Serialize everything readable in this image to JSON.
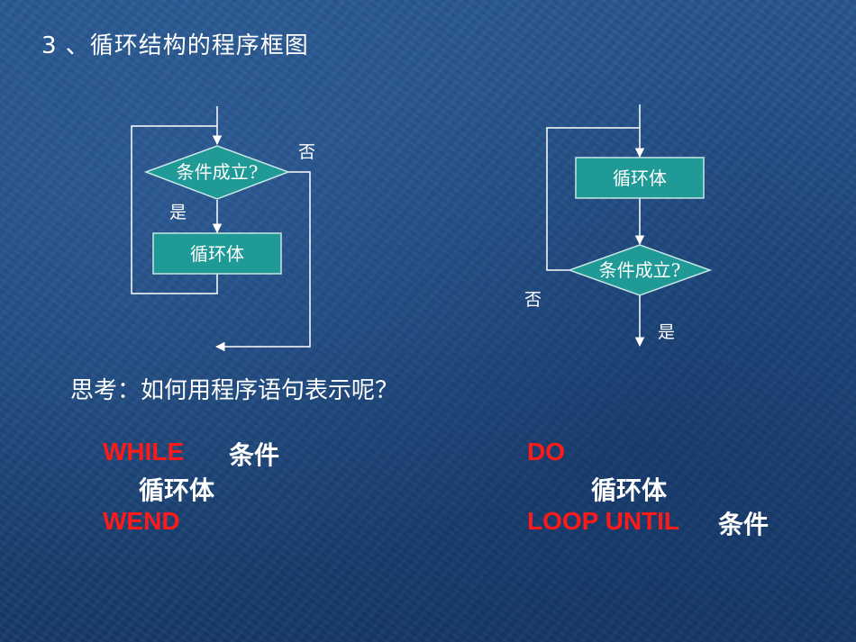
{
  "slide": {
    "title": "3 、循环结构的程序框图",
    "question": "思考：如何用程序语句表示呢？"
  },
  "while_diagram": {
    "condition": "条件成立?",
    "body": "循环体",
    "yes_label": "是",
    "no_label": "否"
  },
  "until_diagram": {
    "body": "循环体",
    "condition": "条件成立?",
    "no_label": "否",
    "yes_label": "是"
  },
  "while_code": {
    "keyword_while": "WHILE",
    "condition": "条件",
    "body": "循环体",
    "keyword_wend": "WEND"
  },
  "until_code": {
    "keyword_do": "DO",
    "body": "循环体",
    "keyword_loop_until": "LOOP UNTIL",
    "condition": "条件"
  },
  "colors": {
    "keyword": "#ff1a1a",
    "node_fill": "#1f9a96",
    "node_stroke": "#c8e6e6",
    "line": "#ffffff"
  }
}
